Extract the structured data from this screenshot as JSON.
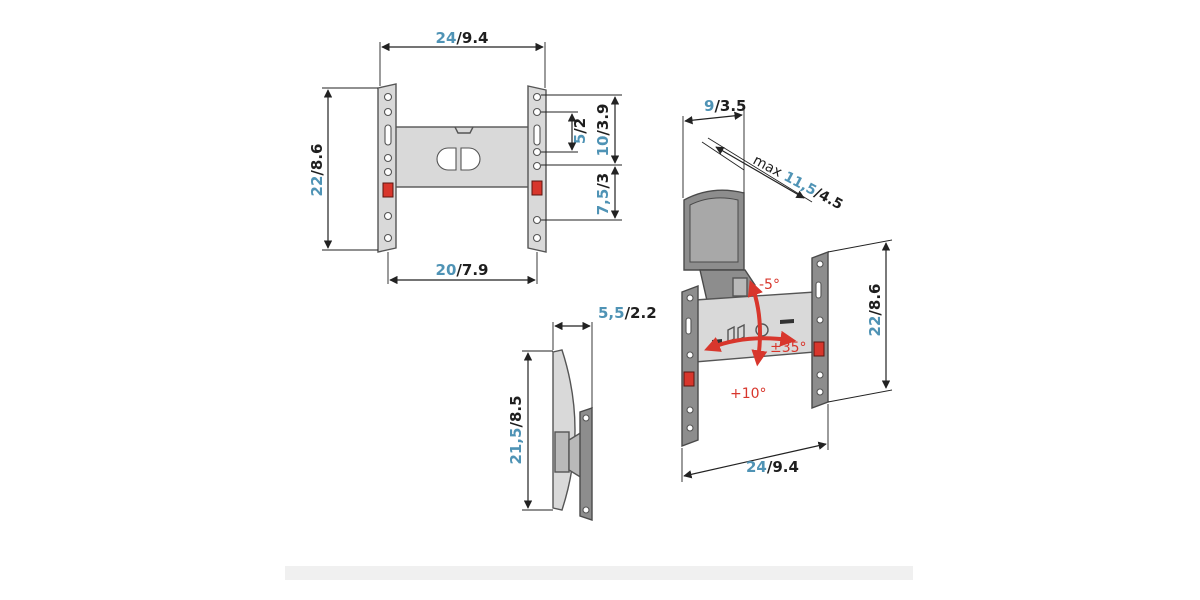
{
  "dimensions": {
    "front_width": {
      "metric": "24",
      "imperial": "/9.4"
    },
    "front_height": {
      "metric": "22",
      "imperial": "/8.6"
    },
    "front_inner_w": {
      "metric": "20",
      "imperial": "/7.9"
    },
    "hole_pitch": {
      "metric": "5",
      "imperial": "/2"
    },
    "upper_span": {
      "metric": "10",
      "imperial": "/3.9"
    },
    "lower_span": {
      "metric": "7,5",
      "imperial": "/3"
    },
    "arm_depth": {
      "metric": "9",
      "imperial": "/3.5"
    },
    "max_extension": {
      "prefix": "max ",
      "metric": "11,5",
      "imperial": "/4.5"
    },
    "side_depth": {
      "metric": "5,5",
      "imperial": "/2.2"
    },
    "side_height": {
      "metric": "21,5",
      "imperial": "/8.5"
    },
    "iso_height": {
      "metric": "22",
      "imperial": "/8.6"
    },
    "iso_width": {
      "metric": "24",
      "imperial": "/9.4"
    }
  },
  "angles": {
    "tilt_up": "-5°",
    "swivel": "±35°",
    "tilt_down": "+10°"
  },
  "colors": {
    "metric": "#4f93b5",
    "imperial": "#1e1e1e",
    "accent": "#d8362c",
    "metal": "#d9d9d9"
  }
}
